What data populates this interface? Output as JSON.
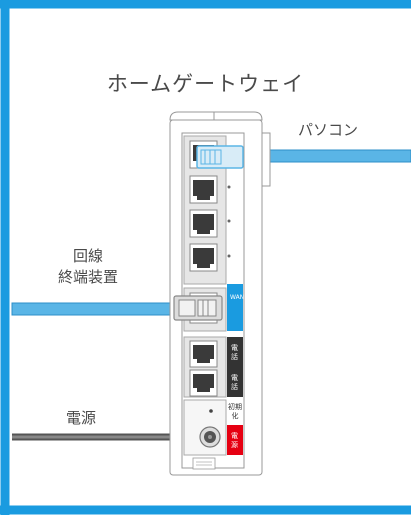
{
  "title": "ホームゲートウェイ",
  "labels": {
    "pc": "パソコン",
    "ont_line1": "回線",
    "ont_line2": "終端装置",
    "power": "電源"
  },
  "port_labels": {
    "wan": "WAN",
    "tel1": "電話",
    "tel2": "電話",
    "reset_line1": "初期",
    "reset_line2": "化",
    "power": "電源"
  },
  "colors": {
    "frame": "#1a9be0",
    "cable": "#5ab5e6",
    "cable_edge": "#2d8fc8",
    "wan_strip": "#1a9be0",
    "tel_strip": "#333333",
    "power_strip": "#e60012",
    "power_cord": "#666666"
  }
}
